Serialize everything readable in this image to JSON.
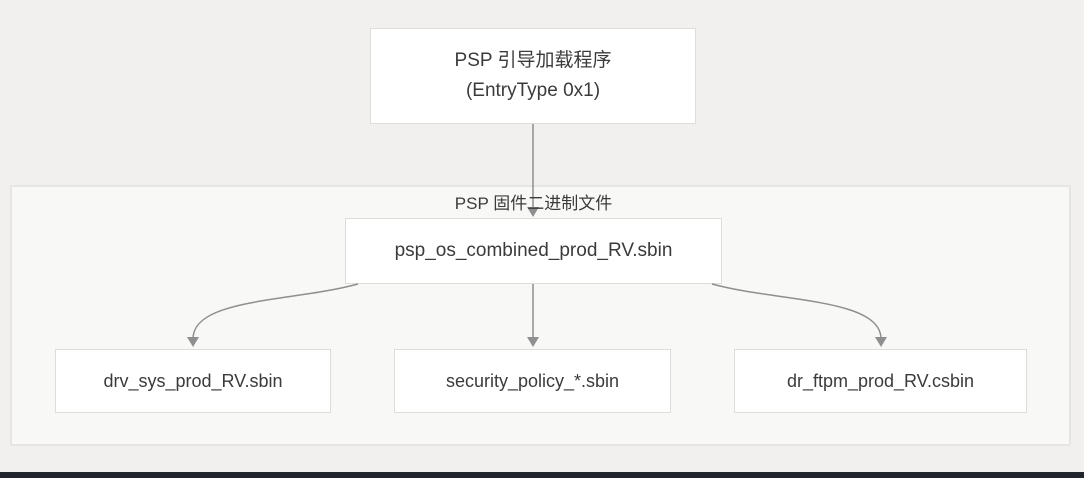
{
  "page": {
    "background_color": "#f1f0ee",
    "bottom_bar_color": "#22252b"
  },
  "diagram": {
    "root_node": {
      "line1": "PSP 引导加载程序",
      "line2": "(EntryType 0x1)"
    },
    "group": {
      "label": "PSP 固件二进制文件",
      "parent_node": {
        "label": "psp_os_combined_prod_RV.sbin"
      },
      "child_nodes": [
        {
          "label": "drv_sys_prod_RV.sbin"
        },
        {
          "label": "security_policy_*.sbin"
        },
        {
          "label": "dr_ftpm_prod_RV.csbin"
        }
      ]
    },
    "edges": {
      "count": 4,
      "description": "root→parent, parent→each child"
    },
    "colors": {
      "node_background": "#ffffff",
      "node_border": "#deddda",
      "group_background": "#f8f8f7",
      "group_border": "#e6e5e3",
      "arrow": "#8f8f8f",
      "text": "#3b3b3b"
    }
  }
}
